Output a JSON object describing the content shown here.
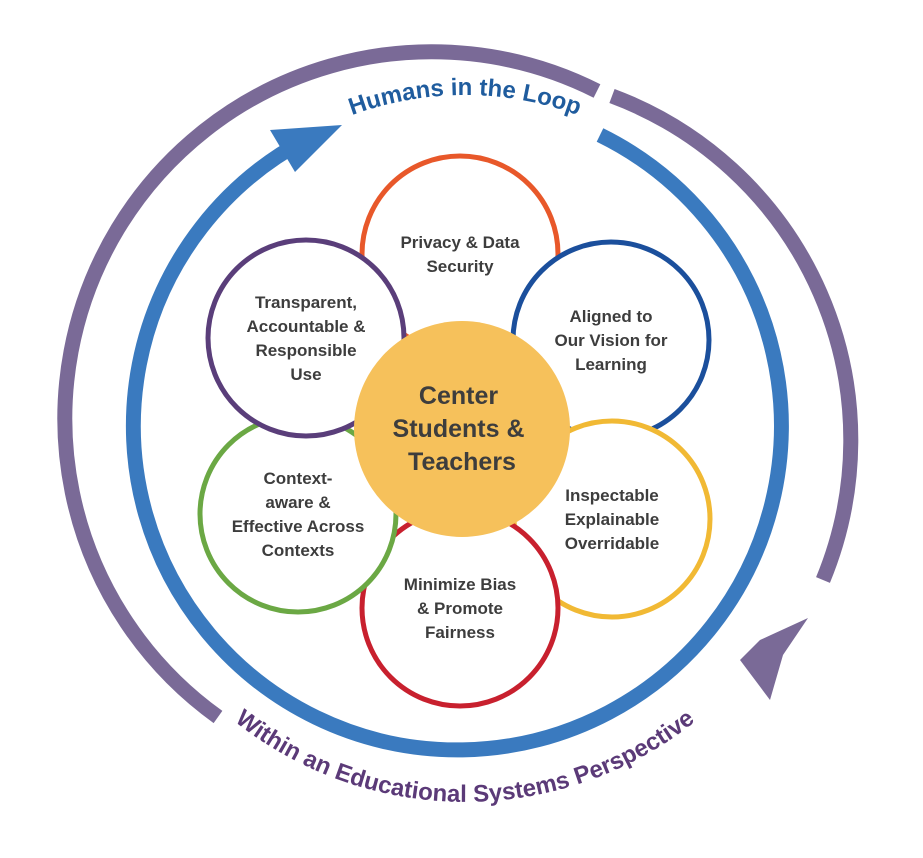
{
  "outer_loop": {
    "label": "Within an Educational Systems Perspective",
    "color": "#7a6a97"
  },
  "inner_loop": {
    "label": "Humans in the Loop",
    "color": "#3a7abf"
  },
  "center": {
    "lines": [
      "Center",
      "Students &",
      "Teachers"
    ],
    "color": "#f6c15b"
  },
  "petals": [
    {
      "id": "privacy",
      "lines": [
        "Privacy & Data",
        "Security"
      ],
      "color": "#e8582a"
    },
    {
      "id": "aligned",
      "lines": [
        "Aligned to",
        "Our Vision for",
        "Learning"
      ],
      "color": "#1b4f9c"
    },
    {
      "id": "inspectable",
      "lines": [
        "Inspectable",
        "Explainable",
        "Overridable"
      ],
      "color": "#f1b934"
    },
    {
      "id": "bias",
      "lines": [
        "Minimize Bias",
        "& Promote",
        "Fairness"
      ],
      "color": "#c8202e"
    },
    {
      "id": "context",
      "lines": [
        "Context-",
        "aware &",
        "Effective Across",
        "Contexts"
      ],
      "color": "#6ba844"
    },
    {
      "id": "transparent",
      "lines": [
        "Transparent,",
        "Accountable &",
        "Responsible",
        "Use"
      ],
      "color": "#5a3e7a"
    }
  ]
}
